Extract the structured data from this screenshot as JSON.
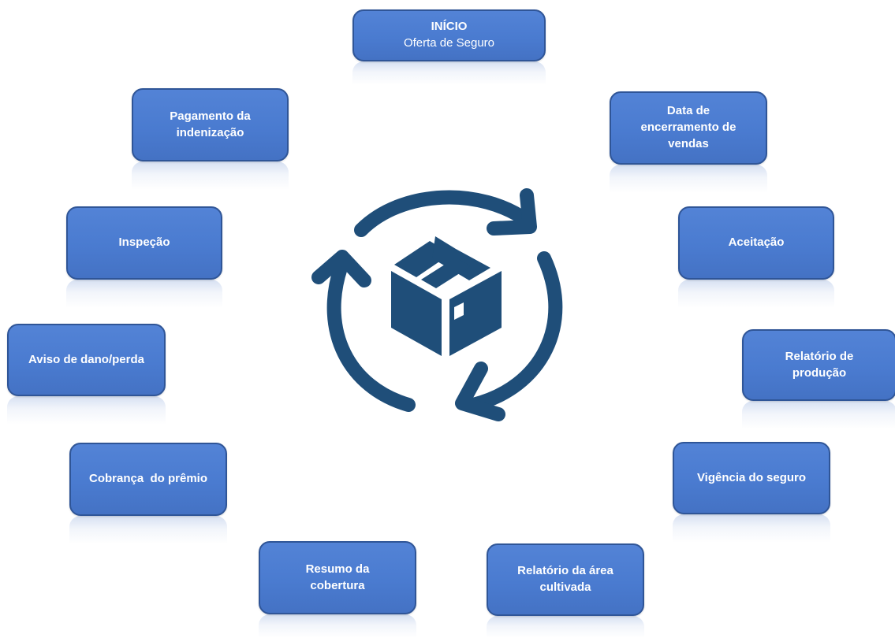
{
  "diagram": {
    "start": {
      "title": "INÍCIO",
      "subtitle": "Oferta de Seguro"
    },
    "steps": [
      {
        "lines": [
          "Data de",
          "encerramento de",
          "vendas"
        ]
      },
      {
        "lines": [
          "Aceitação"
        ]
      },
      {
        "lines": [
          "Relatório de",
          "produção"
        ]
      },
      {
        "lines": [
          "Vigência do seguro"
        ]
      },
      {
        "lines": [
          "Relatório da área",
          "cultivada"
        ]
      },
      {
        "lines": [
          "Resumo da",
          "cobertura"
        ]
      },
      {
        "lines": [
          "Cobrança  do prêmio"
        ]
      },
      {
        "lines": [
          "Aviso de dano/perda"
        ]
      },
      {
        "lines": [
          "Inspeção"
        ]
      },
      {
        "lines": [
          "Pagamento da",
          "indenização"
        ]
      }
    ],
    "center_icon": "cycle-box-icon",
    "colors": {
      "box_fill": "#4472c4",
      "box_border": "#2f5597",
      "box_text": "#ffffff",
      "icon": "#1f4e79"
    }
  }
}
